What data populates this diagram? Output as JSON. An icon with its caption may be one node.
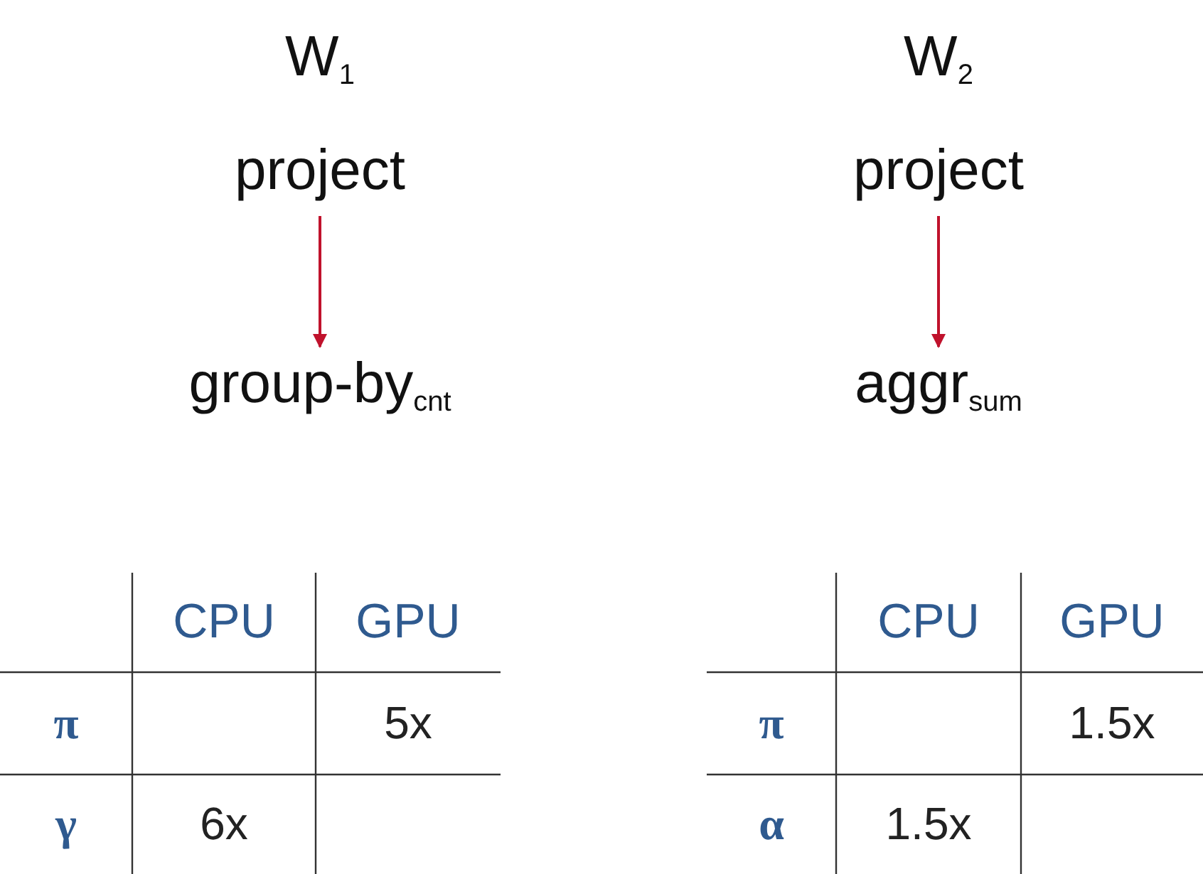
{
  "diagram": {
    "nodes": [
      {
        "text": [
          "project"
        ]
      },
      {
        "text": [
          "group-by$_{cnt}$"
        ]
      },
      {
        "text": [
          "project"
        ]
      },
      {
        "text": [
          "aggr$_{sum}$"
        ]
      }
    ],
    "edges": [
      {
        "from": 0,
        "to": 1,
        "arrow": "to",
        "color": "#c0122c"
      },
      {
        "from": 2,
        "to": 3,
        "arrow": "to",
        "color": "#c0122c"
      }
    ],
    "labels": [
      "W$_{1}$",
      "W$_{2}$",
      "CPU",
      "GPU",
      "π",
      "5x",
      "γ",
      "6x",
      "CPU",
      "GPU",
      "π",
      "1.5x",
      "α",
      "1.5x"
    ]
  }
}
